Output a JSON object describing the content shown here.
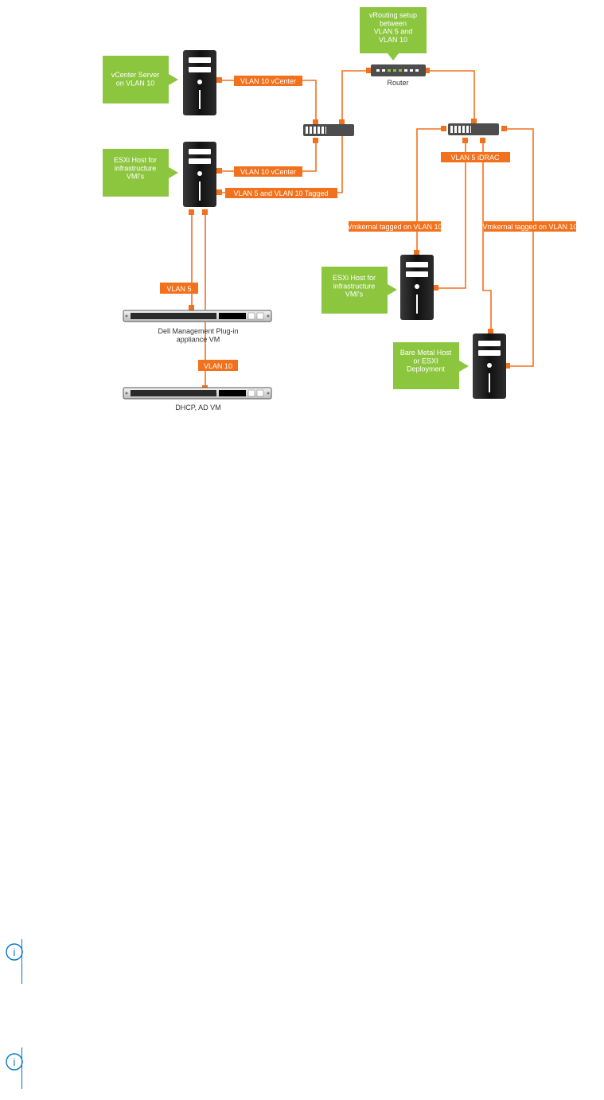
{
  "colors": {
    "line": "#f2711c",
    "callout": "#8cc63f",
    "server": "#1b1b1b",
    "switch": "#4d4d4d",
    "note_icon": "#0076ce"
  },
  "callouts": {
    "vrouting": "vRouting setup\nbetween\nVLAN 5 and\nVLAN 10",
    "vcenter": "vCenter Server\non VLAN 10",
    "esxi_left": "ESXi Host for\ninfrastructure\nVMI's",
    "esxi_right": "ESXi Host for\ninfrastructure\nVMI's",
    "baremetal": "Bare Metal Host\nor ESXI\nDeployment"
  },
  "links": {
    "vlan10_vcenter_top": "VLAN 10 vCenter",
    "vlan10_vcenter_mid": "VLAN 10 vCenter",
    "vlan5_10_tagged": "VLAN 5 and VLAN 10 Tagged",
    "vlan5_idrac": "VLAN 5 iDRAC",
    "vmkernal_left": "Vmkernal tagged on VLAN 10",
    "vmkernal_right": "Vmkernal tagged on VLAN 10",
    "vlan5": "VLAN 5",
    "vlan10": "VLAN 10"
  },
  "devices": {
    "router": "Router",
    "dell_appliance": "Dell Management Plug-in\nappliance VM",
    "dhcp_ad": "DHCP, AD VM"
  },
  "notes": [
    {
      "icon": "info-icon",
      "glyph": "i"
    },
    {
      "icon": "info-icon",
      "glyph": "i"
    }
  ]
}
